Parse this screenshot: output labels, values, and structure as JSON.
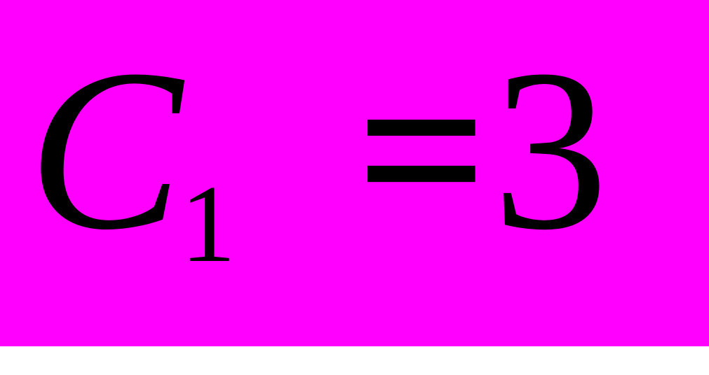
{
  "equation": {
    "variable": "C",
    "subscript": "1",
    "equals_sign": "=",
    "value": "3",
    "full_text": "C1 = 3"
  },
  "colors": {
    "background": "#FF00FF",
    "text": "#000000"
  }
}
